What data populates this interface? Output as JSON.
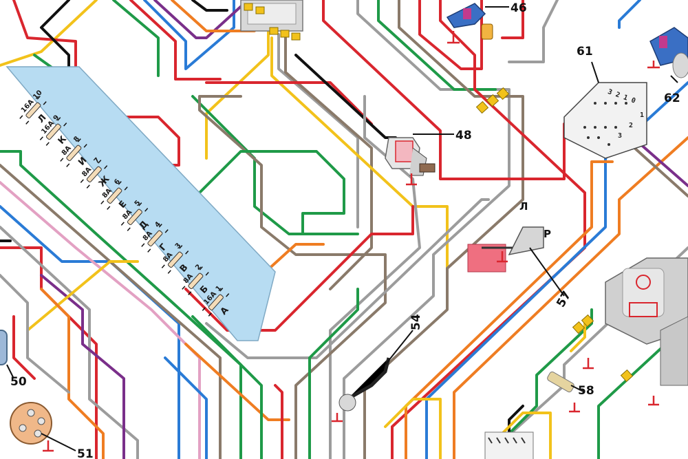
{
  "colors": {
    "red": "#d9262e",
    "green": "#1f9a48",
    "blue": "#2a7bd6",
    "yellow": "#f2c21b",
    "orange": "#ef7d22",
    "black": "#111111",
    "gray": "#9c9c9c",
    "brown": "#8a7a6a",
    "violet": "#7a2f8a",
    "pink": "#e3a1c3",
    "fusebox": "#b7dcf2",
    "ground": "#d9262e"
  },
  "callouts": {
    "c46": "46",
    "c48": "48",
    "c50": "50",
    "c51": "51",
    "c54": "54",
    "c57": "57",
    "c58": "58",
    "c61": "61",
    "c62": "62"
  },
  "fusebox": {
    "fuses": [
      {
        "rating": "16A",
        "number": "10",
        "letter": "Л"
      },
      {
        "rating": "16A",
        "number": "9",
        "letter": "К"
      },
      {
        "rating": "8A",
        "number": "8",
        "letter": "И"
      },
      {
        "rating": "8A",
        "number": "7",
        "letter": "Ж"
      },
      {
        "rating": "8A",
        "number": "6",
        "letter": "Е"
      },
      {
        "rating": "8A",
        "number": "5",
        "letter": "Д"
      },
      {
        "rating": "8A",
        "number": "4",
        "letter": "Г"
      },
      {
        "rating": "8A",
        "number": "3",
        "letter": "В"
      },
      {
        "rating": "8A",
        "number": "2",
        "letter": "Б"
      },
      {
        "rating": "16A",
        "number": "1",
        "letter": "А"
      }
    ]
  },
  "switch61": {
    "positions_header": "3 2 1 0",
    "contact_labels": [
      "1",
      "2",
      "3"
    ]
  },
  "washer57": {
    "left_label": "Л",
    "right_label": "Р"
  }
}
